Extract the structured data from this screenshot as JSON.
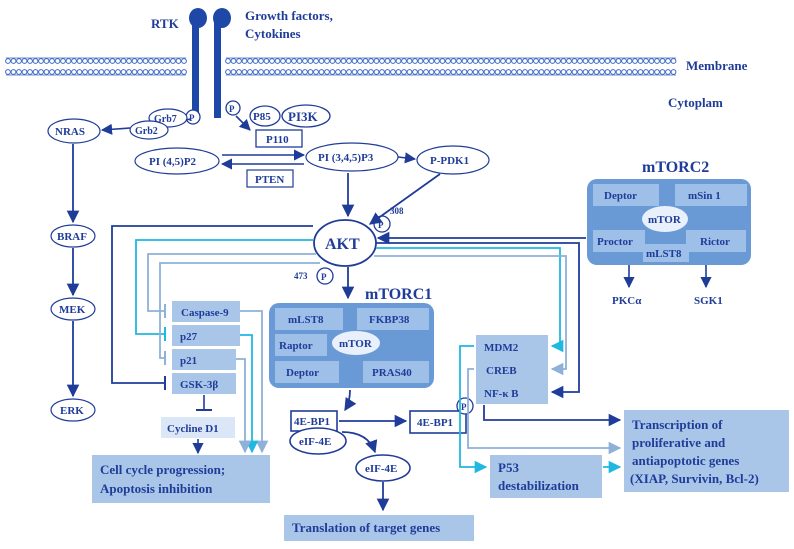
{
  "labels": {
    "rtk": "RTK",
    "growth_factors": "Growth factors,",
    "cytokines": "Cytokines",
    "membrane": "Membrane",
    "cytoplasm": "Cytoplam",
    "p": "P",
    "grb7": "Grb7",
    "grb2": "Grb2",
    "p85": "P85",
    "pi3k": "PI3K",
    "p110": "P110",
    "nras": "NRAS",
    "pi45p2": "PI (4,5)P2",
    "pi345p3": "PI (3,4,5)P3",
    "ppdk1": "P-PDK1",
    "pten": "PTEN",
    "braf": "BRAF",
    "mek": "MEK",
    "erk": "ERK",
    "akt": "AKT",
    "site_308": "308",
    "site_473": "473",
    "mtorc2": "mTORC2",
    "mtorc2_deptor": "Deptor",
    "mtorc2_msin1": "mSin 1",
    "mtorc2_mtor": "mTOR",
    "mtorc2_proctor": "Proctor",
    "mtorc2_rictor": "Rictor",
    "mtorc2_mlst8": "mLST8",
    "pkca": "PKCα",
    "sgk1": "SGK1",
    "mtorc1": "mTORC1",
    "mtorc1_mlst8": "mLST8",
    "mtorc1_fkbp38": "FKBP38",
    "mtorc1_raptor": "Raptor",
    "mtorc1_mtor": "mTOR",
    "mtorc1_deptor": "Deptor",
    "mtorc1_pras40": "PRAS40",
    "caspase9": "Caspase-9",
    "p27": "p27",
    "p21": "p21",
    "gsk3b": "GSK-3β",
    "cycline_d1": "Cycline  D1",
    "cell_cycle_1": "Cell cycle progression;",
    "cell_cycle_2": "Apoptosis inhibition",
    "bp1_left": "4E-BP1",
    "bp1_right": "4E-BP1",
    "eif4e_bound": "eIF-4E",
    "eif4e_free": "eIF-4E",
    "translation": "Translation of target genes",
    "mdm2": "MDM2",
    "creb": "CREB",
    "nfkb": "NF-κ B",
    "p53_1": "P53",
    "p53_2": "destabilization",
    "transcription_1": "Transcription of",
    "transcription_2": "proliferative and",
    "transcription_3": "antiapoptotic genes",
    "transcription_4": "(XIAP, Survivin, Bcl-2)"
  },
  "colors": {
    "dark_blue": "#1f3c99",
    "receptor_blue": "#1e48a8",
    "cyan": "#1fb8e0",
    "light_blue": "#8fb0d8",
    "box_fill": "#a9c6e8",
    "complex_fill": "#6a9ad6",
    "subunit_fill": "#9dbfe8",
    "membrane_blue": "#3a66c4"
  }
}
